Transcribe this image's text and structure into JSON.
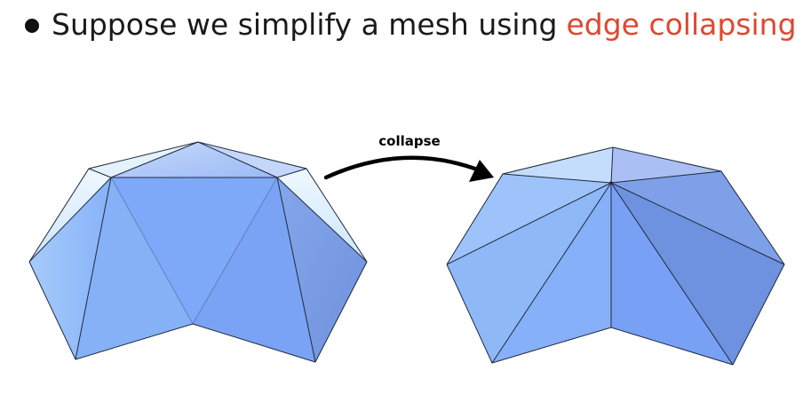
{
  "slide": {
    "bullet_text": "Suppose we simplify a mesh using",
    "bullet_accent": "edge collapsing",
    "accent_color": "#e0472f"
  },
  "diagram": {
    "arrow_label": "collapse",
    "mesh_color": "#78a8f8"
  }
}
